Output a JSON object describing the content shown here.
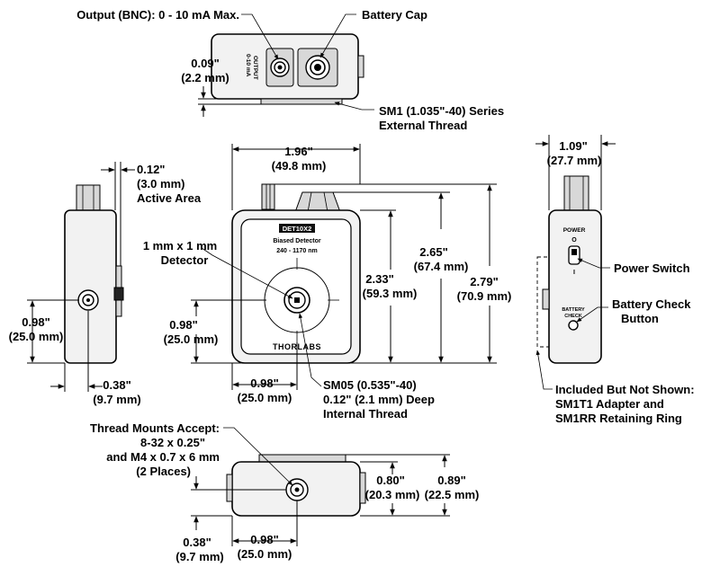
{
  "top_view": {
    "output_label": "Output (BNC): 0 - 10 mA Max.",
    "battery_cap_label": "Battery Cap",
    "offset_in": "0.09\"",
    "offset_mm": "(2.2 mm)",
    "thread_label_1": "SM1 (1.035\"-40) Series",
    "thread_label_2": "External Thread",
    "bnc_text_1": "OUTPUT",
    "bnc_text_2": "0-10 mA"
  },
  "left_view": {
    "active_in": "0.12\"",
    "active_mm": "(3.0 mm)",
    "active_label": "Active Area",
    "height_in": "0.98\"",
    "height_mm": "(25.0 mm)",
    "depth_in": "0.38\"",
    "depth_mm": "(9.7 mm)"
  },
  "front_view": {
    "width_in": "1.96\"",
    "width_mm": "(49.8 mm)",
    "detector_label_1": "1 mm x 1 mm",
    "detector_label_2": "Detector",
    "model": "DET10X2",
    "product": "Biased Detector",
    "range": "240 - 1170 nm",
    "brand": "THORLABS",
    "h1_in": "2.33\"",
    "h1_mm": "(59.3 mm)",
    "h2_in": "2.65\"",
    "h2_mm": "(67.4 mm)",
    "h3_in": "2.79\"",
    "h3_mm": "(70.9 mm)",
    "center_y_in": "0.98\"",
    "center_y_mm": "(25.0 mm)",
    "center_x_in": "0.98\"",
    "center_x_mm": "(25.0 mm)",
    "sm05_1": "SM05 (0.535\"-40)",
    "sm05_2": "0.12\" (2.1 mm) Deep",
    "sm05_3": "Internal Thread"
  },
  "right_view": {
    "width_in": "1.09\"",
    "width_mm": "(27.7 mm)",
    "power_text": "POWER",
    "power_on": "O",
    "power_off": "I",
    "battery_text_1": "BATTERY",
    "battery_text_2": "CHECK",
    "power_switch_label": "Power Switch",
    "battery_check_1": "Battery Check",
    "battery_check_2": "Button",
    "included_1": "Included But Not Shown:",
    "included_2": "SM1T1 Adapter and",
    "included_3": "SM1RR Retaining Ring"
  },
  "bottom_view": {
    "thread_1": "Thread Mounts Accept:",
    "thread_2": "8-32 x 0.25\"",
    "thread_3": "and M4 x 0.7 x 6 mm",
    "thread_4": "(2 Places)",
    "h1_in": "0.80\"",
    "h1_mm": "(20.3 mm)",
    "h2_in": "0.89\"",
    "h2_mm": "(22.5 mm)",
    "off_in": "0.38\"",
    "off_mm": "(9.7 mm)",
    "w_in": "0.98\"",
    "w_mm": "(25.0 mm)"
  }
}
